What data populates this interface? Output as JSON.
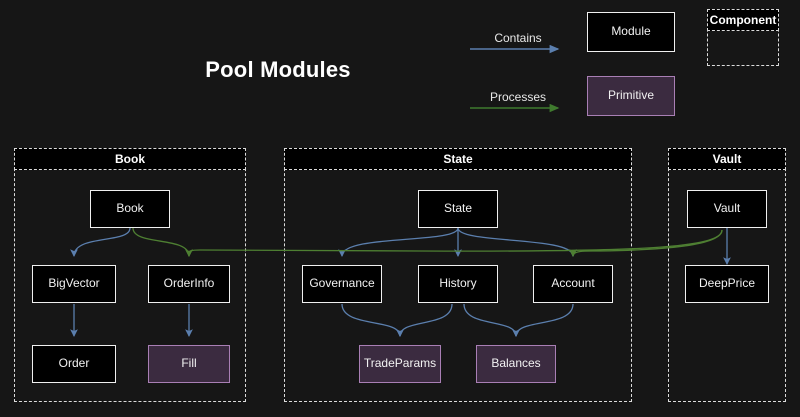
{
  "page": {
    "title": "Pool Modules",
    "background_color": "#161616"
  },
  "legend": {
    "contains_label": "Contains",
    "processes_label": "Processes",
    "module_label": "Module",
    "primitive_label": "Primitive",
    "component_label": "Component",
    "contains_color": "#5b7fae",
    "processes_color": "#3f7a2e",
    "module_fill": "#000000",
    "module_border": "#f0f0f0",
    "primitive_fill": "#3b2b40",
    "primitive_border": "#a97fb5",
    "component_border": "#dcdcdc"
  },
  "components": [
    {
      "name": "Book",
      "label": "Book"
    },
    {
      "name": "State",
      "label": "State"
    },
    {
      "name": "Vault",
      "label": "Vault"
    }
  ],
  "nodes": {
    "book": "Book",
    "bigvector": "BigVector",
    "orderinfo": "OrderInfo",
    "order": "Order",
    "fill": "Fill",
    "state": "State",
    "governance": "Governance",
    "history": "History",
    "account": "Account",
    "tradeparams": "TradeParams",
    "balances": "Balances",
    "vault": "Vault",
    "deepprice": "DeepPrice"
  },
  "edges": [
    {
      "from": "Book",
      "to": "BigVector",
      "type": "Contains"
    },
    {
      "from": "BigVector",
      "to": "Order",
      "type": "Contains"
    },
    {
      "from": "OrderInfo",
      "to": "Fill",
      "type": "Contains"
    },
    {
      "from": "State",
      "to": "Governance",
      "type": "Contains"
    },
    {
      "from": "State",
      "to": "History",
      "type": "Contains"
    },
    {
      "from": "State",
      "to": "Account",
      "type": "Contains"
    },
    {
      "from": "Governance",
      "to": "TradeParams",
      "type": "Contains"
    },
    {
      "from": "History",
      "to": "TradeParams",
      "type": "Contains"
    },
    {
      "from": "History",
      "to": "Balances",
      "type": "Contains"
    },
    {
      "from": "Account",
      "to": "Balances",
      "type": "Contains"
    },
    {
      "from": "Vault",
      "to": "DeepPrice",
      "type": "Contains"
    },
    {
      "from": "Book",
      "to": "OrderInfo",
      "type": "Processes"
    },
    {
      "from": "Vault",
      "to": "Account",
      "type": "Processes"
    },
    {
      "from": "Vault",
      "to": "OrderInfo",
      "type": "Processes"
    }
  ]
}
